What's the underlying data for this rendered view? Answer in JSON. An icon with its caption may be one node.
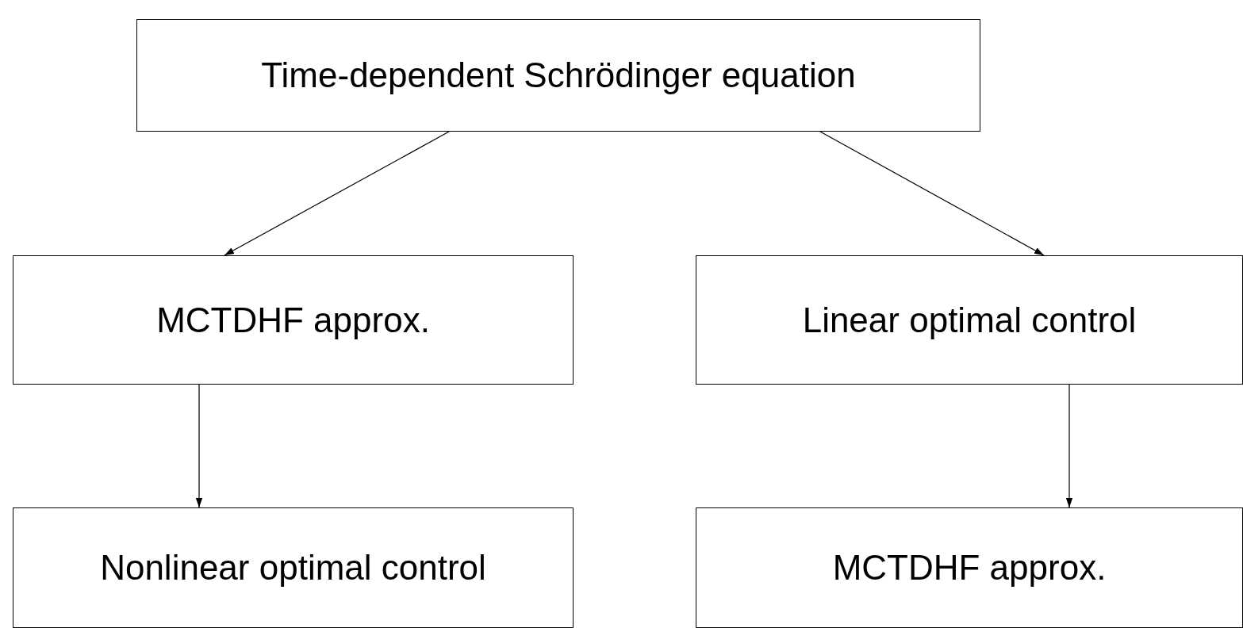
{
  "diagram": {
    "nodes": [
      {
        "text": [
          "Time-dependent Schrödinger equation"
        ]
      },
      {
        "text": [
          "MCTDHF approx."
        ]
      },
      {
        "text": [
          "Linear optimal control"
        ]
      },
      {
        "text": [
          "Nonlinear optimal control"
        ]
      },
      {
        "text": [
          "MCTDHF approx."
        ]
      }
    ],
    "edges": [
      {
        "from": 0,
        "to": 1,
        "arrow": "to"
      },
      {
        "from": 0,
        "to": 2,
        "arrow": "to"
      },
      {
        "from": 1,
        "to": 3,
        "arrow": "to"
      },
      {
        "from": 2,
        "to": 4,
        "arrow": "to"
      }
    ]
  }
}
